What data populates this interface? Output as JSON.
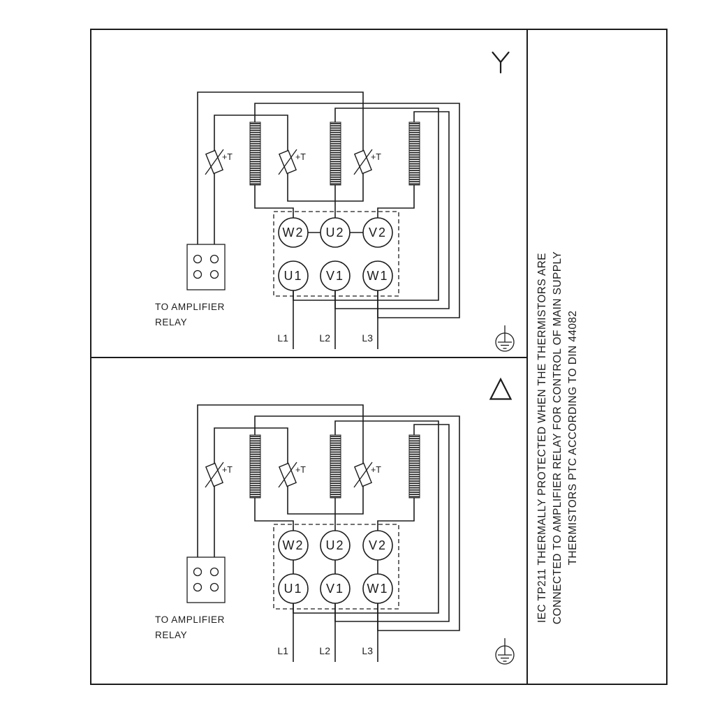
{
  "diagram": {
    "title_hint": "motor star-delta thermistor wiring diagram",
    "terminals": {
      "top_row": [
        "W2",
        "U2",
        "V2"
      ],
      "bottom_row": [
        "U1",
        "V1",
        "W1"
      ]
    },
    "supply": [
      "L1",
      "L2",
      "L3"
    ],
    "thermistor": "+T",
    "relay_caption": {
      "line1": "TO AMPLIFIER",
      "line2": "RELAY"
    },
    "side_note": {
      "line1": "IEC TP211 THERMALLY PROTECTED WHEN THE THERMISTORS ARE",
      "line2": "CONNECTED TO AMPLIFIER RELAY FOR CONTROL OF MAIN SUPPLY",
      "line3": "THERMISTORS PTC ACCORDING TO DIN 44082"
    },
    "colors": {
      "line": "#1c1c1c",
      "background": "#ffffff"
    }
  }
}
